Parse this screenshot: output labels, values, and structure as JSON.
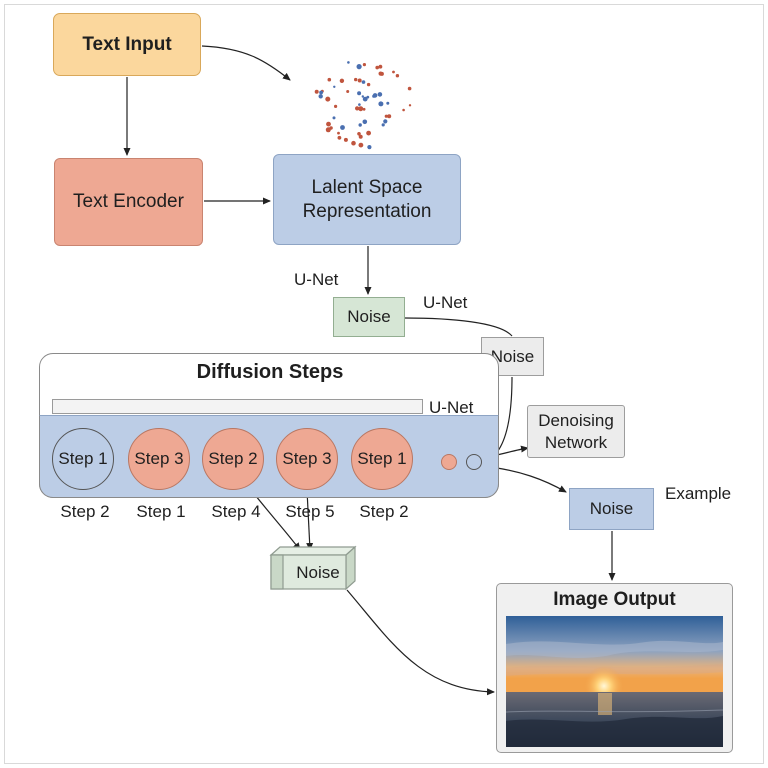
{
  "nodes": {
    "text_input": "Text Input",
    "text_encoder": "Text Encoder",
    "latent_space": "Lalent Space Representation",
    "noise_top": "Noise",
    "noise_right": "Noise",
    "denoising_network": "Denoising Network",
    "noise_mid": "Noise",
    "noise_cube": "Noise",
    "image_output": "Image Output"
  },
  "labels": {
    "unet_left": "U-Net",
    "unet_right": "U-Net",
    "unet_band": "U-Net",
    "example": "Example"
  },
  "diffusion": {
    "title": "Diffusion Steps",
    "circles": [
      "Step 1",
      "Step 3",
      "Step 2",
      "Step 3",
      "Step 1"
    ],
    "below_labels": [
      "Step 2",
      "Step 1",
      "Step 4",
      "Step 5",
      "Step 2"
    ]
  },
  "colors": {
    "text_input": "#fbd79d",
    "text_encoder": "#eea893",
    "latent_space": "#bccde6",
    "noise_top": "#d6e6d5",
    "gray_box": "#ececec",
    "scatter_blue": "#4a6fb0",
    "scatter_red": "#c0553e"
  }
}
